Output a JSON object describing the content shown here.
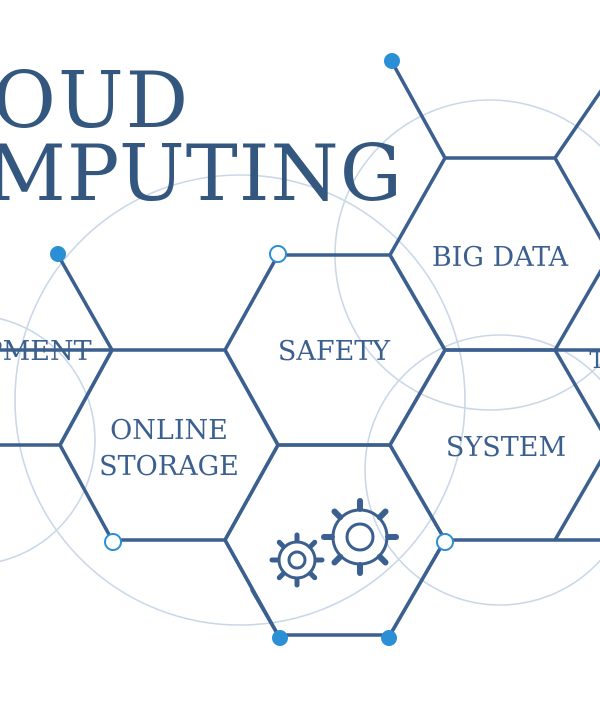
{
  "headline": {
    "line1": "OUD",
    "line2": "MPUTING"
  },
  "hexagons": {
    "big_data": "BIG DATA",
    "safety": "SAFETY",
    "development": "PMENT",
    "online_storage_1": "ONLINE",
    "online_storage_2": "STORAGE",
    "system": "SYSTEM",
    "tech": "T"
  },
  "colors": {
    "stroke": "#3b5f8f",
    "headline": "#34577f",
    "node": "#2b8fd6",
    "circle": "#c9d8e8",
    "background": "#ffffff"
  },
  "icons": [
    "gear-icon",
    "gear-icon"
  ]
}
